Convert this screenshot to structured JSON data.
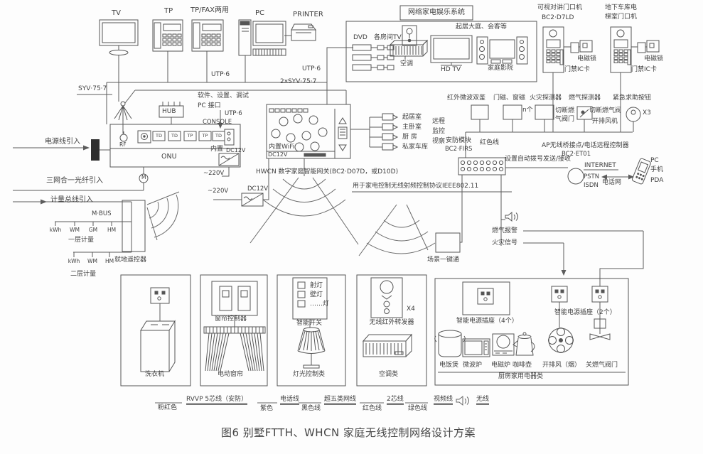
{
  "top_devices": {
    "tv": "TV",
    "tp": "TP",
    "tpfax": "TP/FAX两用",
    "pc": "PC",
    "printer": "PRINTER"
  },
  "cables": {
    "utp6_left": "UTP·6",
    "utp6_right": "UTP·6",
    "syv2x": "2xSYV·75·7",
    "syv": "SYV·75·7",
    "utp6_console": "UTP·6"
  },
  "entertainment": {
    "title": "网络家电娱乐系统",
    "dvd": "DVD",
    "rooms_tv": "各房间TV",
    "living": "起居大庭、会客等",
    "ac": "空调",
    "hdtv": "HD TV",
    "theater": "家庭影院"
  },
  "door_units": {
    "visual_name": "可视对讲门口机",
    "visual_model": "BC2·D7LD",
    "garage_line1": "地下车库电",
    "garage_line2": "梯室门口机",
    "lock1": "电磁锁",
    "ic1": "门禁IC卡",
    "lock2": "电磁锁",
    "ic2": "门禁IC卡"
  },
  "onu": {
    "label": "ONU",
    "rf": "RF",
    "ports": [
      "TD",
      "TD",
      "TP",
      "TP",
      "TD"
    ],
    "console": "CONSOLE",
    "hub": "HUB",
    "software_note": "软件、设置、调试",
    "pc_port": "PC 接口",
    "builtin": "内置",
    "dc12v": "DC12V"
  },
  "power": {
    "in": "电源线引入",
    "fiber": "三网合一光纤引入",
    "meter": "计量总线引入",
    "mbus": "M·BUS",
    "v220_a": "~220V",
    "v220_b": "~220V",
    "dc12v": "DC12V",
    "m_node": "M"
  },
  "meters": {
    "floor1": [
      "kWh",
      "WM",
      "GM",
      "HM"
    ],
    "floor1_label": "一层计量",
    "floor2": [
      "kWh",
      "WM",
      "HM"
    ],
    "floor2_label": "二层计量",
    "remote": "就地遥控器"
  },
  "gateway": {
    "wifi": "内置WiFi",
    "dc12v": "DC12V",
    "name": "HWCN 数字家庭智能网关(BC2·D07D，或D10D)",
    "protocol_note": "用于家电控制无线射频控制协议IEEE802.11"
  },
  "cameras": {
    "rooms": [
      "起居室",
      "主卧室",
      "厨 房",
      "私家车库"
    ],
    "remote": [
      "远程",
      "监控",
      "视察"
    ]
  },
  "security": {
    "module1": "安防模块",
    "module2": "BC2·FIRS",
    "red_line": "红色线",
    "dial_note": "设置自动拨号发送/接收",
    "sensors": [
      "红外微波双鉴",
      "门磁、窗磁",
      "火灾探测器",
      "燃气探测器",
      "紧急求助按钮"
    ],
    "n_units": "n个",
    "cut_valve1": "切断燃",
    "cut_valve2": "气阀门",
    "cut_valve3": "切断燃气阀",
    "exhaust": "开排风机",
    "x3": "X3",
    "gas_alarm": "燃气报警",
    "fire_signal": "火灾信号",
    "scene": "场景一键通"
  },
  "ap": {
    "name": "AP无线桥接点/电话远程控制器",
    "model": "BC2·ET01",
    "internet": "INTERNET",
    "pstn": "PSTN",
    "isdn": "ISDN",
    "phone_net": "电话网",
    "pc": "PC",
    "mobile": "手机",
    "pda": "PDA"
  },
  "appliance_boxes": {
    "washer": "洗衣机",
    "curtain_ctrl": "窗帘控制器",
    "curtain": "电动窗帘",
    "lights": [
      "射灯",
      "壁灯",
      "……灯"
    ],
    "smart_switch": "智能开关",
    "light_class": "灯光控制类",
    "ir_repeater": "无线红外转发器",
    "x4": "X4",
    "ac_class": "空调类"
  },
  "kitchen": {
    "socket4": "智能电源插座（4个）",
    "socket2": "智能电源插座（2个）",
    "items": [
      "电饭煲",
      "微波炉",
      "电磁炉",
      "咖啡壶",
      "开排风（烟）",
      "关燃气阀门"
    ],
    "class": "厨房家用电器类"
  },
  "legend": {
    "colors": [
      "粉红色",
      "紫色",
      "黑色线",
      "红色线",
      "绿色线"
    ],
    "types": [
      "RVVP 5芯线（安防）",
      "电话线",
      "超五类网线",
      "2芯线",
      "视频线",
      "无线"
    ]
  },
  "caption": "图6 别墅FTTH、WHCN 家庭无线控制网络设计方案"
}
